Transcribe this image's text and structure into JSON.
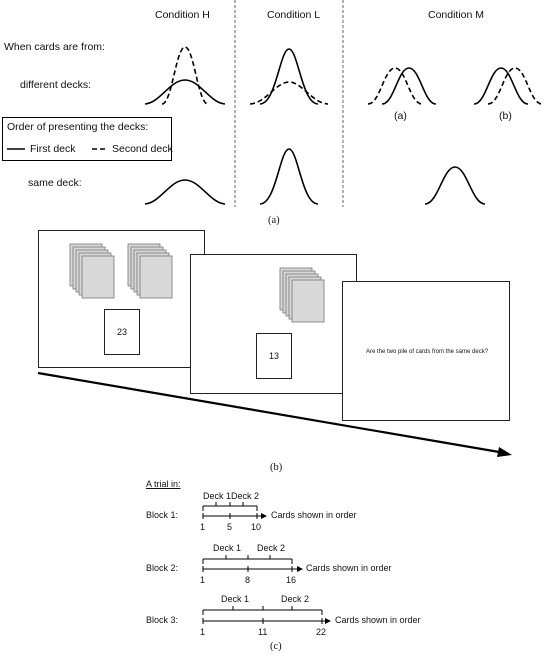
{
  "panel_a": {
    "conditions": [
      "Condition H",
      "Condition L",
      "Condition M"
    ],
    "row_label_intro": "When cards are from:",
    "row_label_different": "different decks:",
    "row_label_same": "same deck:",
    "legend": {
      "title": "Order of presenting the decks:",
      "first": "First deck",
      "second": "Second deck"
    },
    "sublabel_a": "(a)",
    "sublabel_b": "(b)",
    "caption": "(a)"
  },
  "panel_b": {
    "card_value_1": "23",
    "card_value_2": "13",
    "question": "Are the two pile of cards from the same deck?",
    "caption": "(b)"
  },
  "panel_c": {
    "heading": "A trial in:",
    "axis_label": "Cards shown in order",
    "deck1": "Deck 1",
    "deck2": "Deck 2",
    "blocks": [
      {
        "label": "Block 1:",
        "ticks": [
          "1",
          "5",
          "10"
        ]
      },
      {
        "label": "Block 2:",
        "ticks": [
          "1",
          "8",
          "16"
        ]
      },
      {
        "label": "Block 3:",
        "ticks": [
          "1",
          "11",
          "22"
        ]
      }
    ],
    "caption": "(c)"
  }
}
